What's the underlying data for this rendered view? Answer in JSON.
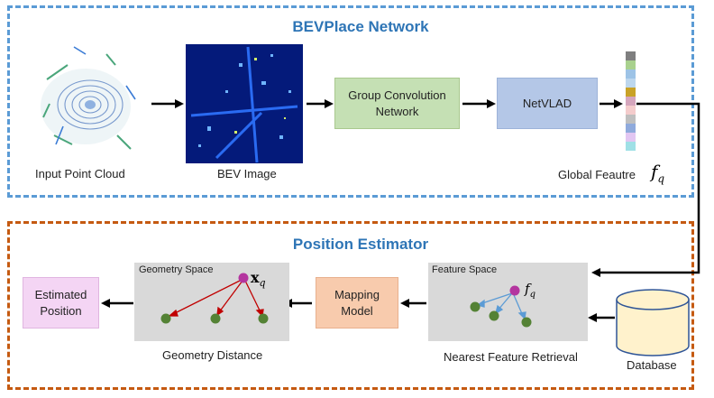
{
  "network": {
    "title": "BEVPlace Network",
    "input_label": "Input Point Cloud",
    "bev_label": "BEV Image",
    "group_conv_label": "Group Convolution Network",
    "netvlad_label": "NetVLAD",
    "global_feature_label": "Global Feautre",
    "global_feature_symbol": "f",
    "global_feature_subscript": "q",
    "feature_strip_colors": [
      "#7f7f7f",
      "#a9d18e",
      "#9dc3e6",
      "#bdd7ee",
      "#c9a227",
      "#d5a6bd",
      "#f4cccc",
      "#bfbfbf",
      "#8faadc",
      "#e2c6f2",
      "#9fe0e6"
    ]
  },
  "estimator": {
    "title": "Position Estimator",
    "estimated_label": "Estimated Position",
    "geometry_space_label": "Geometry Space",
    "geometry_symbol": "x",
    "geometry_subscript": "q",
    "geometry_distance_label": "Geometry Distance",
    "mapping_label": "Mapping Model",
    "feature_space_label": "Feature Space",
    "feature_symbol": "f",
    "feature_subscript": "q",
    "retrieval_label": "Nearest Feature Retrieval",
    "database_label": "Database"
  },
  "colors": {
    "network_frame": "#5b9bd5",
    "estimator_frame": "#c55a11",
    "title": "#2e75b6",
    "group_conv_fill": "#c5e0b4",
    "netvlad_fill": "#b4c7e7",
    "estimated_fill": "#f4d5f4",
    "mapping_fill": "#f8cbad",
    "space_fill": "#d9d9d9",
    "query_point": "#b4359f",
    "db_point": "#548235",
    "geometry_arrow": "#c00000",
    "feature_arrow": "#5b9bd5",
    "database_fill": "#fff2cc",
    "database_stroke": "#2f5597"
  }
}
